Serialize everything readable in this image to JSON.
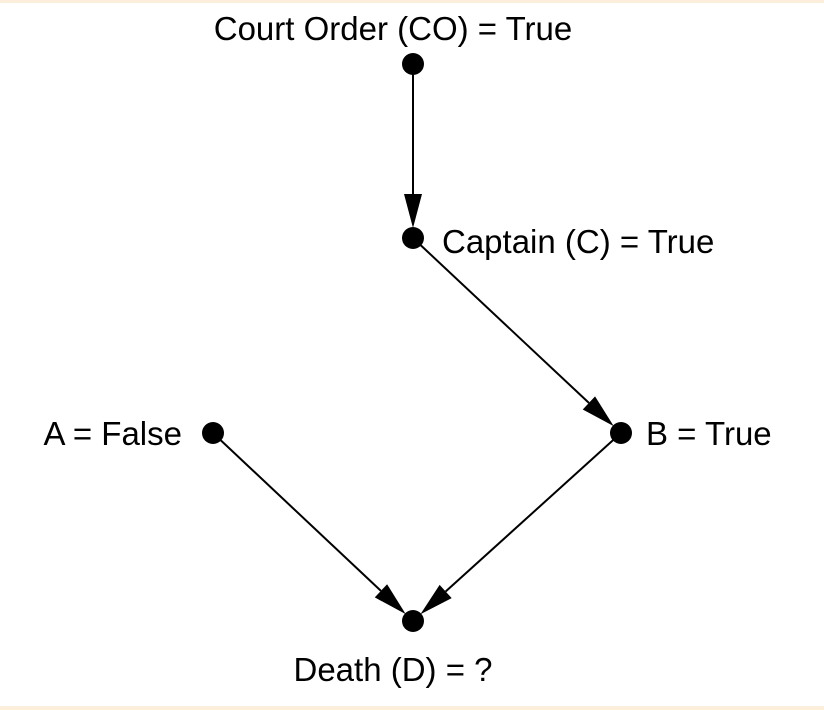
{
  "diagram": {
    "type": "causal-graph",
    "nodes": [
      {
        "id": "CO",
        "label": "Court Order (CO) = True"
      },
      {
        "id": "C",
        "label": "Captain (C) = True"
      },
      {
        "id": "A",
        "label": "A = False"
      },
      {
        "id": "B",
        "label": "B = True"
      },
      {
        "id": "D",
        "label": "Death (D) = ?"
      }
    ],
    "edges": [
      {
        "from": "CO",
        "to": "C"
      },
      {
        "from": "C",
        "to": "B"
      },
      {
        "from": "A",
        "to": "D"
      },
      {
        "from": "B",
        "to": "D"
      }
    ],
    "colors": {
      "node": "#000000",
      "edge": "#000000",
      "band": "#fbefdc",
      "background": "#ffffff"
    }
  }
}
